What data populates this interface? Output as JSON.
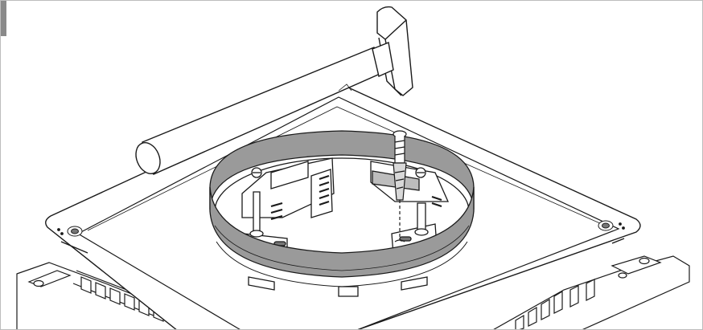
{
  "figure": {
    "colors": {
      "line": "#1a1a1a",
      "ring_fill": "#9a9a9a",
      "ring_dark": "#7f7f7f",
      "paper": "#ffffff",
      "frame_border": "#bdbdbd",
      "tab": "#8a8a8a"
    },
    "parts": [
      "mounting-frame",
      "cover-template",
      "leveling-ring",
      "hammer",
      "screw-anchor",
      "concrete-box"
    ]
  }
}
